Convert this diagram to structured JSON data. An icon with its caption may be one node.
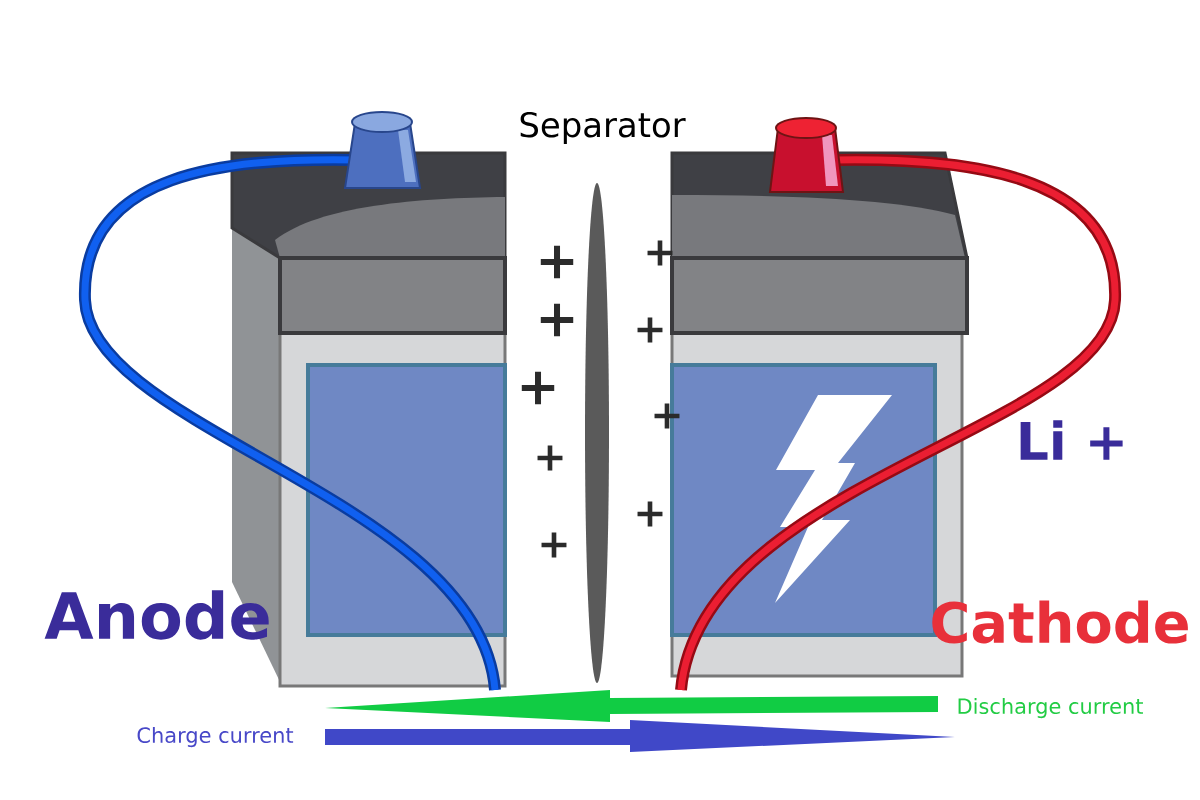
{
  "diagram": {
    "labels": [
      "Separator",
      "+",
      "+",
      "+",
      "+",
      "+",
      "+",
      "+",
      "Li +",
      "+",
      "+",
      "Anode",
      "Cathode",
      "Discharge current",
      "Charge current"
    ]
  }
}
